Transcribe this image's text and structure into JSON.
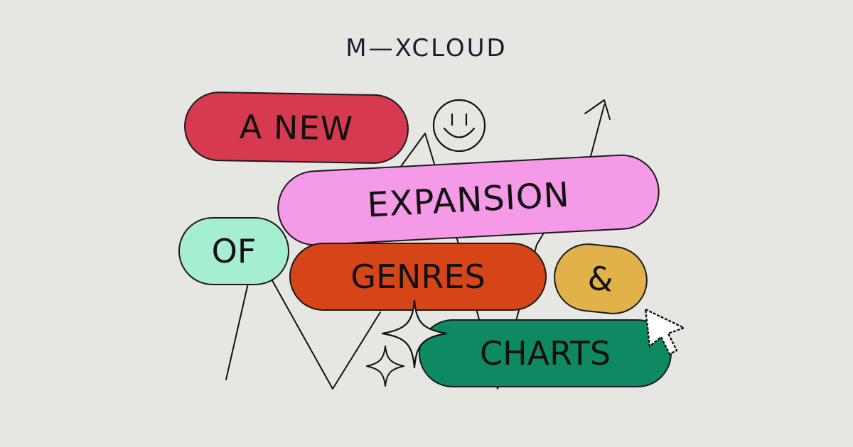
{
  "brand": {
    "name": "M—XCLOUD"
  },
  "pills": {
    "line1": "A NEW",
    "line2": "EXPANSION",
    "line3": "OF",
    "line4": "GENRES",
    "line5": "&",
    "line6": "CHARTS"
  },
  "colors": {
    "background": "#e6e6e2",
    "red": "#d63a50",
    "pink": "#f49ae6",
    "mint": "#a6eed1",
    "orange": "#d64517",
    "mustard": "#e1b24a",
    "green": "#0d8a63",
    "ink": "#111111"
  },
  "icons": [
    "smiley-face-icon",
    "arrow-up-icon",
    "sparkle-star-icon",
    "mouse-cursor-icon"
  ]
}
